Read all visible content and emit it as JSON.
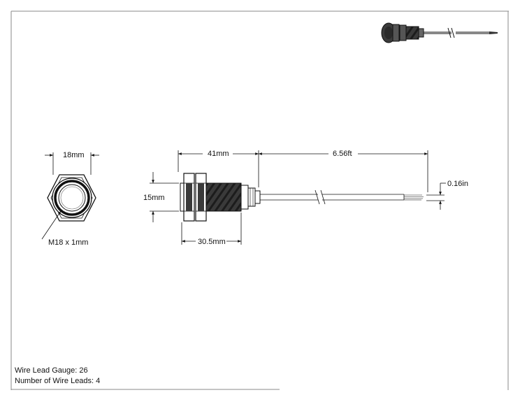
{
  "dimensions": {
    "hex_width": "18mm",
    "thread_spec": "M18 x 1mm",
    "body_length": "41mm",
    "cable_length": "6.56ft",
    "strip_length": "0.16in",
    "nut_diameter": "15mm",
    "thread_length": "30.5mm"
  },
  "notes": {
    "wire_gauge": "Wire Lead Gauge: 26",
    "wire_leads": "Number of Wire Leads: 4"
  },
  "colors": {
    "line": "#111111",
    "body_dark": "#2f2f2f",
    "border": "#888888"
  }
}
